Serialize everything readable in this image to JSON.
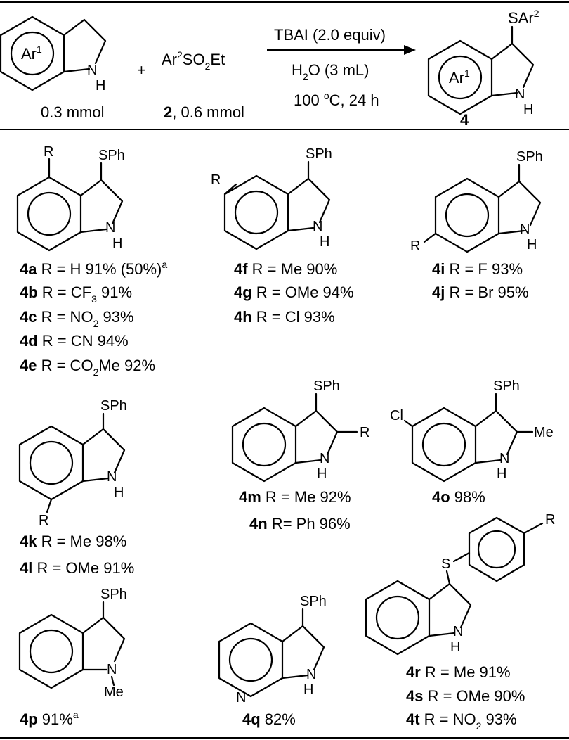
{
  "scheme": {
    "reactant1": {
      "label": "Ar1",
      "nh": "N",
      "h": "H",
      "amount": "0.3 mmol"
    },
    "plus": "+",
    "reagent2": {
      "formula": "Ar2SO2Et",
      "compound_no": "2",
      "amount": ", 0.6 mmol"
    },
    "conditions": [
      "TBAI (2.0 equiv)",
      "H2O (3 mL)",
      "100 oC, 24 h"
    ],
    "product": {
      "label": "Ar1",
      "substituent": "SAr2",
      "compound_no": "4"
    }
  },
  "atom_labels": {
    "SPh": "SPh",
    "N": "N",
    "H": "H",
    "R": "R",
    "Cl": "Cl",
    "Me": "Me",
    "S": "S"
  },
  "entries": [
    {
      "id": "4a",
      "text": " R = H 91% (50%)",
      "sup": "a"
    },
    {
      "id": "4b",
      "text": " R = CF3 91%"
    },
    {
      "id": "4c",
      "text": " R = NO2 93%"
    },
    {
      "id": "4d",
      "text": " R = CN 94%"
    },
    {
      "id": "4e",
      "text": " R = CO2Me 92%"
    },
    {
      "id": "4f",
      "text": " R = Me 90%"
    },
    {
      "id": "4g",
      "text": " R = OMe 94%"
    },
    {
      "id": "4h",
      "text": " R = Cl 93%"
    },
    {
      "id": "4i",
      "text": " R = F 93%"
    },
    {
      "id": "4j",
      "text": " R = Br 95%"
    },
    {
      "id": "4k",
      "text": " R = Me 98%"
    },
    {
      "id": "4l",
      "text": " R = OMe 91%"
    },
    {
      "id": "4m",
      "text": " R = Me 92%"
    },
    {
      "id": "4n",
      "text": " R= Ph 96%"
    },
    {
      "id": "4o",
      "text": " 98%"
    },
    {
      "id": "4p",
      "text": "  91%",
      "sup": "a"
    },
    {
      "id": "4q",
      "text": " 82%"
    },
    {
      "id": "4r",
      "text": " R = Me 91%"
    },
    {
      "id": "4s",
      "text": " R = OMe 90%"
    },
    {
      "id": "4t",
      "text": " R = NO2 93%"
    }
  ]
}
